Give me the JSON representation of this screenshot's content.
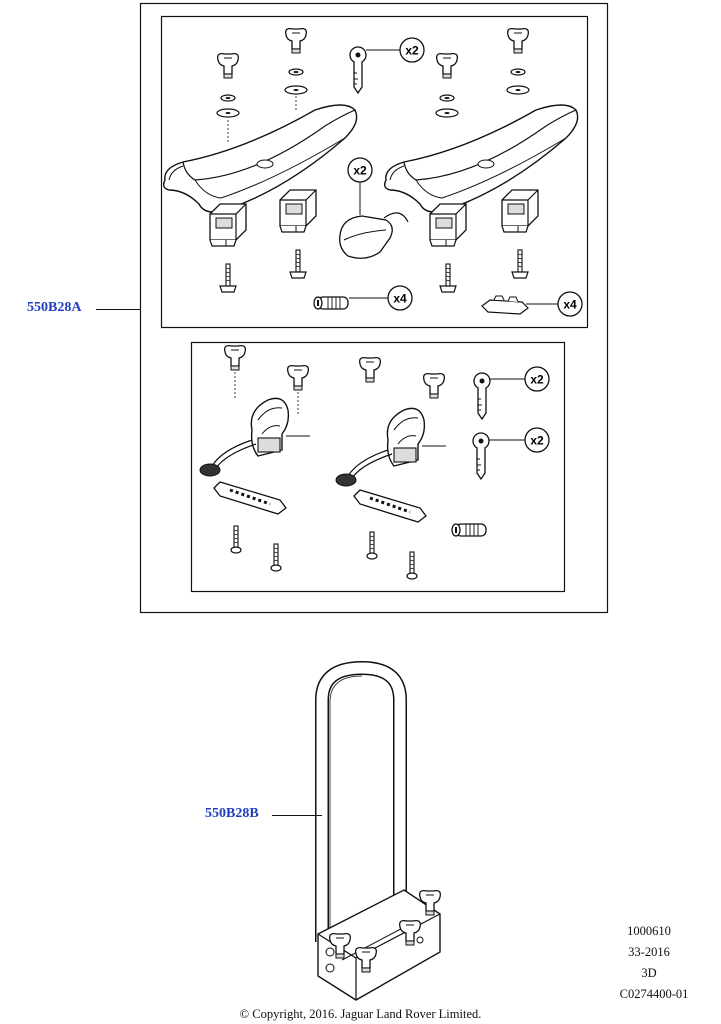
{
  "colors": {
    "link": "#1f3fbf",
    "line": "#111111"
  },
  "callouts": {
    "part_a": "550B28A",
    "part_b": "550B28B"
  },
  "quantities": {
    "key_top": "x2",
    "strap_lock": "x2",
    "lock_cylinder": "x4",
    "t_nut": "x4",
    "key_lower_1": "x2",
    "key_lower_2": "x2"
  },
  "meta": {
    "line1": "1000610",
    "line2": "33-2016",
    "line3": "3D",
    "line4": "C0274400-01"
  },
  "footer": {
    "copyright": "© Copyright, 2016. Jaguar Land Rover Limited."
  }
}
